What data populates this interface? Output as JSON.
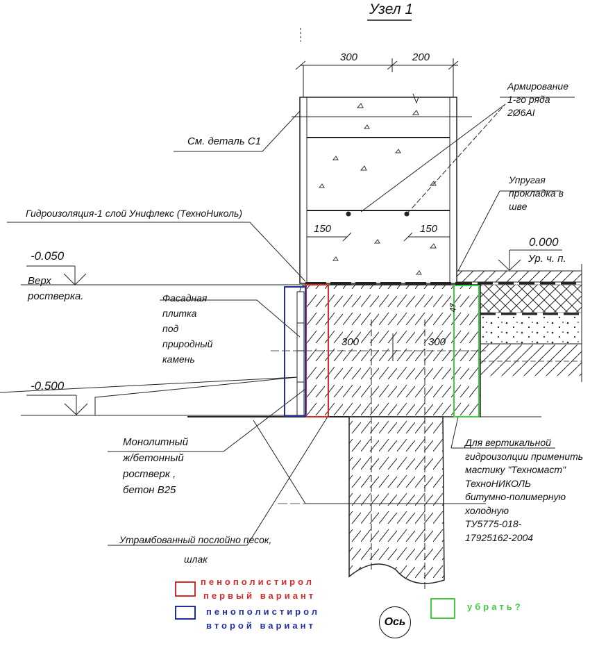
{
  "title": "Узел 1",
  "dimensions": {
    "top_left": "300",
    "top_right": "200",
    "inner_left": "150",
    "inner_right": "150",
    "grillage_left": "300",
    "grillage_right": "300",
    "gap": "47"
  },
  "elevations": {
    "top_grillage": {
      "value": "-0.050",
      "label_lines": [
        "Верх",
        "ростверка."
      ]
    },
    "ground": {
      "value": "-0.500"
    },
    "floor": {
      "value": "0.000",
      "label": "Ур. ч. п."
    }
  },
  "callouts": {
    "see_detail": "См. деталь С1",
    "reinforcement": [
      "Армирование",
      "1-го ряда",
      "2Ø6AI"
    ],
    "elastic_pad": [
      "Упругая",
      "прокладка в",
      "шве"
    ],
    "waterproofing": "Гидроизоляция-1 слой Унифлекс (ТехноНиколь)",
    "facade_tile": [
      "Фасадная",
      "плитка",
      "под",
      "природный",
      "камень"
    ],
    "grillage": [
      "Монолитный",
      "ж/бетонный",
      "ростверк ,",
      "бетон В25"
    ],
    "vertical_waterproofing": [
      "Для вертикальной",
      "гидроизолции применить",
      "мастику \"Техномаст\"",
      "ТехноНИКОЛЬ",
      "битумно-полимерную",
      "холодную",
      "ТУ5775-018-",
      "17925162-2004"
    ],
    "compacted_sand": "Утрамбованный послойно песок,",
    "slag": "шлак"
  },
  "legend": [
    {
      "color": "#d42a2a",
      "lines": [
        "пенополистирол",
        "первый вариант"
      ]
    },
    {
      "color": "#1f2fa0",
      "lines": [
        "пенополистирол",
        "второй вариант"
      ]
    },
    {
      "color": "#3fcc3f",
      "lines": [
        "убрать?"
      ]
    }
  ],
  "axis_label": "Ось"
}
